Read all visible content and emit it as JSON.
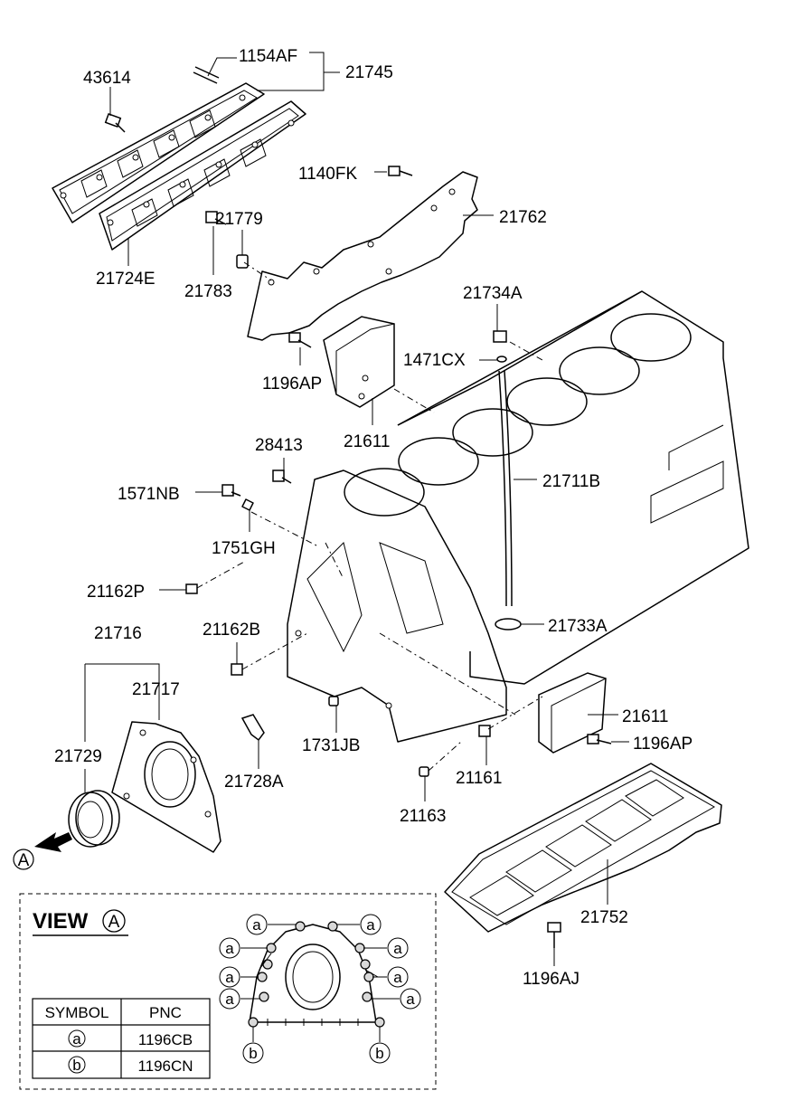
{
  "part_labels": {
    "p1154AF": "1154AF",
    "p21745": "21745",
    "p43614": "43614",
    "p1140FK": "1140FK",
    "p21762": "21762",
    "p21779": "21779",
    "p21783": "21783",
    "p21724E": "21724E",
    "p21734A": "21734A",
    "p1471CX": "1471CX",
    "p1196AP_top": "1196AP",
    "p21611_top": "21611",
    "p28413": "28413",
    "p21711B": "21711B",
    "p1571NB": "1571NB",
    "p1751GH": "1751GH",
    "p21162P": "21162P",
    "p21716": "21716",
    "p21162B": "21162B",
    "p21733A": "21733A",
    "p21717": "21717",
    "p21611_bottom": "21611",
    "p1196AP_bottom": "1196AP",
    "p21729": "21729",
    "p1731JB": "1731JB",
    "p21728A": "21728A",
    "p21161": "21161",
    "p21163": "21163",
    "p21752": "21752",
    "p1196AJ": "1196AJ"
  },
  "view_marker": {
    "letter": "A"
  },
  "view_box": {
    "title": "VIEW",
    "letter": "A",
    "symbol_a": "a",
    "symbol_b": "b"
  },
  "symbol_table": {
    "headers": [
      "SYMBOL",
      "PNC"
    ],
    "rows": [
      {
        "symbol": "a",
        "pnc": "1196CB"
      },
      {
        "symbol": "b",
        "pnc": "1196CN"
      }
    ]
  }
}
